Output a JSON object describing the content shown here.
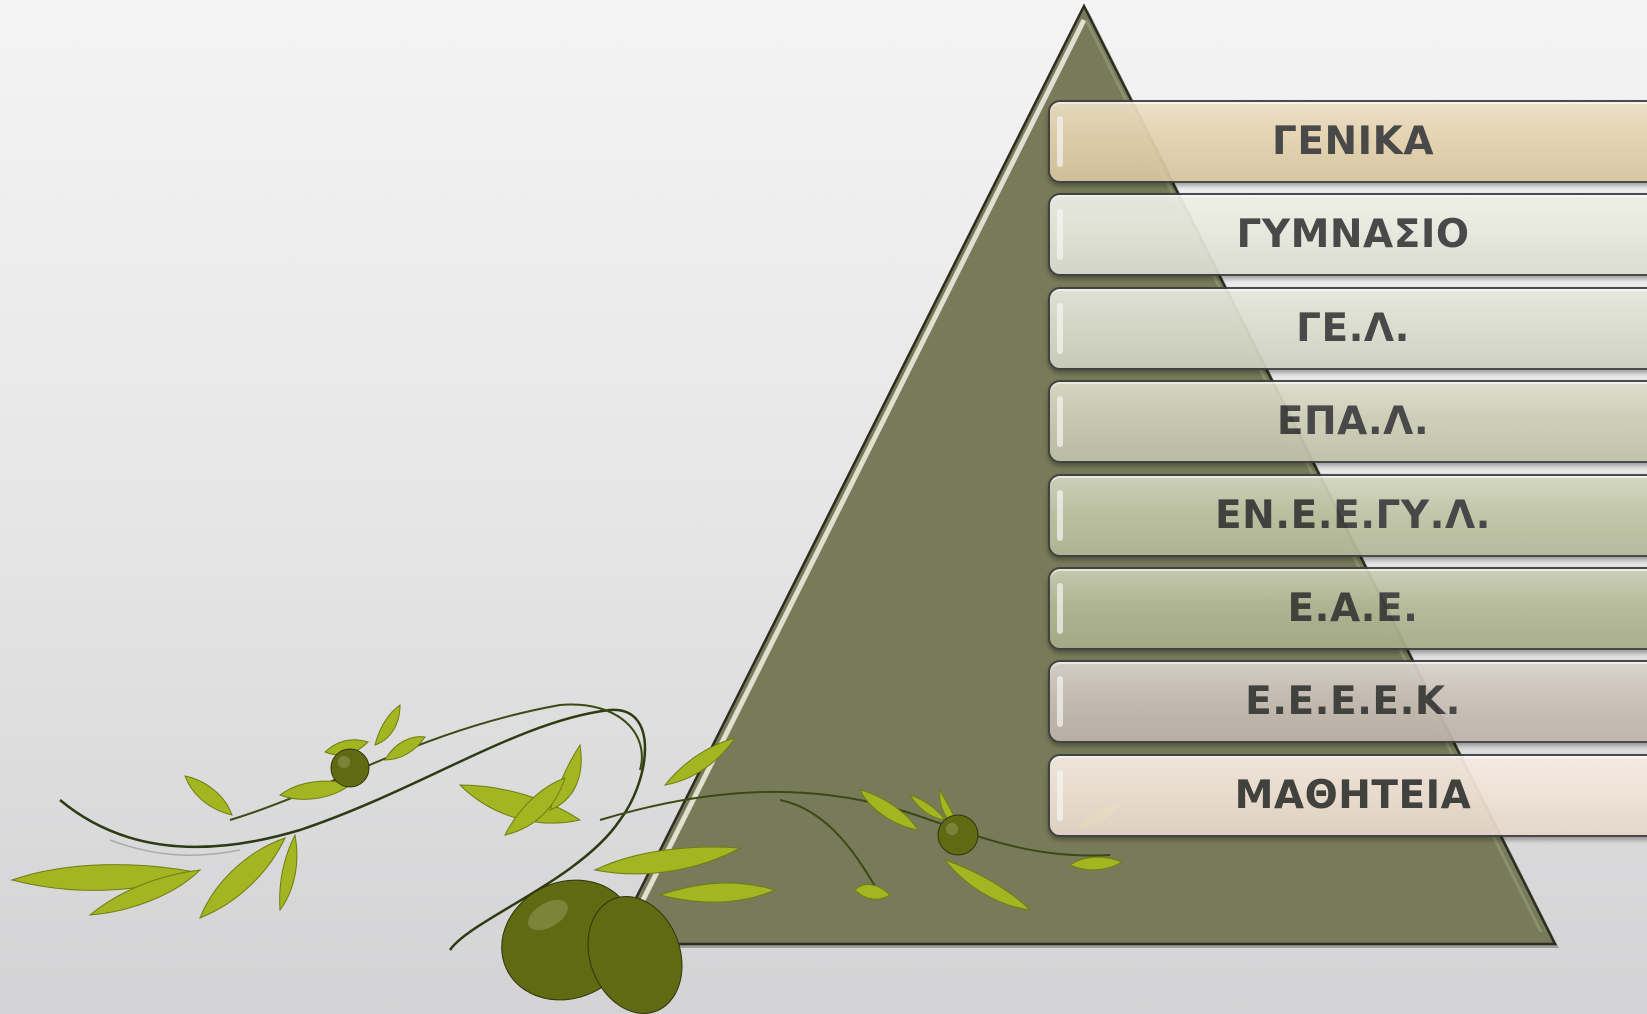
{
  "pyramid": {
    "levels": [
      {
        "label": "ΓΕΝΙΚΑ",
        "color": "#e2cfa8"
      },
      {
        "label": "ΓΥΜΝΑΣΙΟ",
        "color": "#e6e8dc"
      },
      {
        "label": "ΓΕ.Λ.",
        "color": "#d9dccb"
      },
      {
        "label": "ΕΠΑ.Λ.",
        "color": "#cacbb2"
      },
      {
        "label": "ΕΝ.Ε.Ε.ΓΥ.Λ.",
        "color": "#bcc2a1"
      },
      {
        "label": "Ε.Α.Ε.",
        "color": "#afb691"
      },
      {
        "label": "Ε.Ε.Ε.Ε.Κ.",
        "color": "#c7bdb3"
      },
      {
        "label": "ΜΑΘΗΤΕΙΑ",
        "color": "#f1e2d5"
      }
    ]
  },
  "colors": {
    "pyramid_fill": "#777b59",
    "leaf": "#a3b520",
    "olive": "#606a12"
  }
}
